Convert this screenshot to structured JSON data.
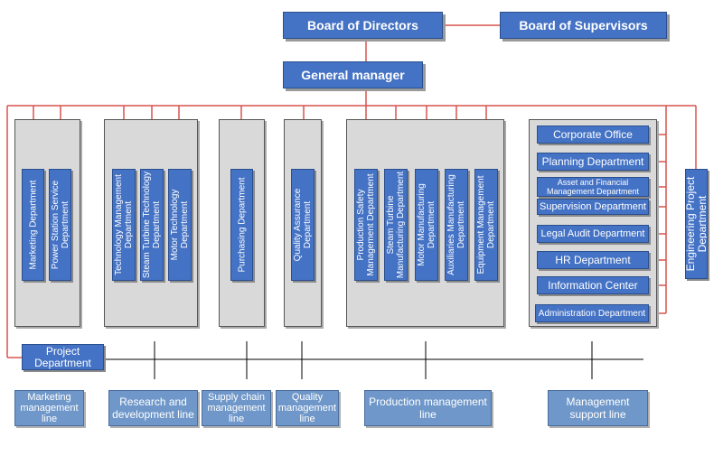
{
  "board_of_directors": "Board of Directors",
  "board_of_supervisors": "Board of Supervisors",
  "general_manager": "General manager",
  "marketing_group": [
    "Marketing Department",
    "Power Station Service Department"
  ],
  "research_group": [
    "Technology Management Department",
    "Steam Turbine Technology Department",
    "Motor Technology Department"
  ],
  "supply_group": [
    "Purchasing Department"
  ],
  "quality_group": [
    "Quality Assurance Department"
  ],
  "production_group": [
    "Production Safety Management Department",
    "Steam Turbine Manufacturing Department",
    "Motor Manufacturing Department",
    "Auxiliaries Manufacturing Department",
    "Equipment Management Department"
  ],
  "management_group": [
    "Corporate Office",
    "Planning Department",
    "Asset and Financial Management Department",
    "Supervision Department",
    "Legal Audit Department",
    "HR Department",
    "Information Center",
    "Administration Department"
  ],
  "engineering_project": "Engineering Project Department",
  "project_department": "Project Department",
  "lines": [
    "Marketing management line",
    "Research and development line",
    "Supply chain management line",
    "Quality management line",
    "Production management line",
    "Management support line"
  ],
  "colors": {
    "box_blue": "#4472c4",
    "line_blue": "#6f97c9",
    "panel_gray": "#d9d9d9",
    "connector_red": "#d9534f"
  }
}
